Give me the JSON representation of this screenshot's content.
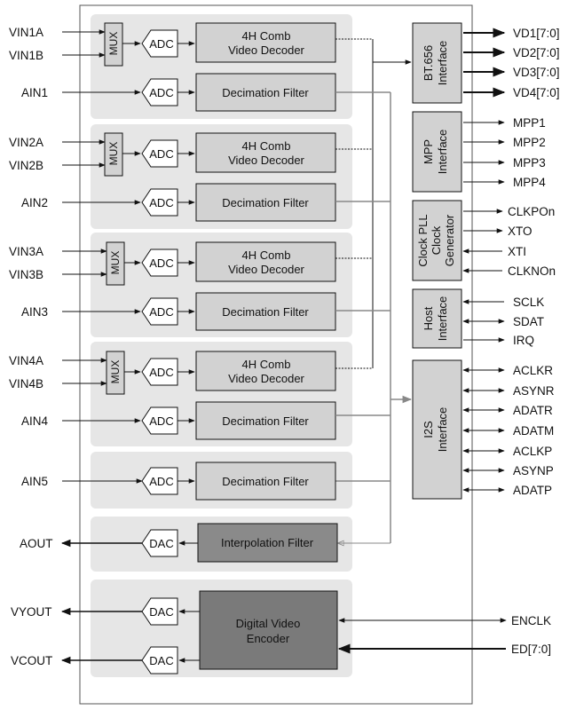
{
  "inputs": {
    "ch1": [
      "VIN1A",
      "VIN1B",
      "AIN1"
    ],
    "ch2": [
      "VIN2A",
      "VIN2B",
      "AIN2"
    ],
    "ch3": [
      "VIN3A",
      "VIN3B",
      "AIN3"
    ],
    "ch4": [
      "VIN4A",
      "VIN4B",
      "AIN4"
    ],
    "ain5": "AIN5"
  },
  "blocks": {
    "mux": "MUX",
    "adc": "ADC",
    "dac": "DAC",
    "comb_decoder": [
      "4H Comb",
      "Video Decoder"
    ],
    "decimation_filter": "Decimation Filter",
    "interpolation_filter": "Interpolation Filter",
    "video_encoder": [
      "Digital Video",
      "Encoder"
    ],
    "bt656": [
      "BT.656",
      "Interface"
    ],
    "mpp": [
      "MPP",
      "Interface"
    ],
    "clock": [
      "Clock PLL",
      "Clock",
      "Generator"
    ],
    "host": [
      "Host",
      "Interface"
    ],
    "i2s": [
      "I2S",
      "Interface"
    ]
  },
  "outputs": {
    "bt656": [
      "VD1[7:0]",
      "VD2[7:0]",
      "VD3[7:0]",
      "VD4[7:0]"
    ],
    "mpp": [
      "MPP1",
      "MPP2",
      "MPP3",
      "MPP4"
    ],
    "clock": [
      "CLKPOn",
      "XTO",
      "XTI",
      "CLKNOn"
    ],
    "host": [
      "SCLK",
      "SDAT",
      "IRQ"
    ],
    "i2s": [
      "ACLKR",
      "ASYNR",
      "ADATR",
      "ADATM",
      "ACLKP",
      "ASYNP",
      "ADATP"
    ],
    "aout": "AOUT",
    "vyout": "VYOUT",
    "vcout": "VCOUT",
    "encoder_in": [
      "ENCLK",
      "ED[7:0]"
    ]
  },
  "colors": {
    "group_bg": "#e6e6e6",
    "block_fill": "#d2d2d2",
    "dark_block": "#8a8a8a",
    "encoder_block": "#7a7a7a",
    "line": "#111111",
    "gray_line": "#888888"
  }
}
